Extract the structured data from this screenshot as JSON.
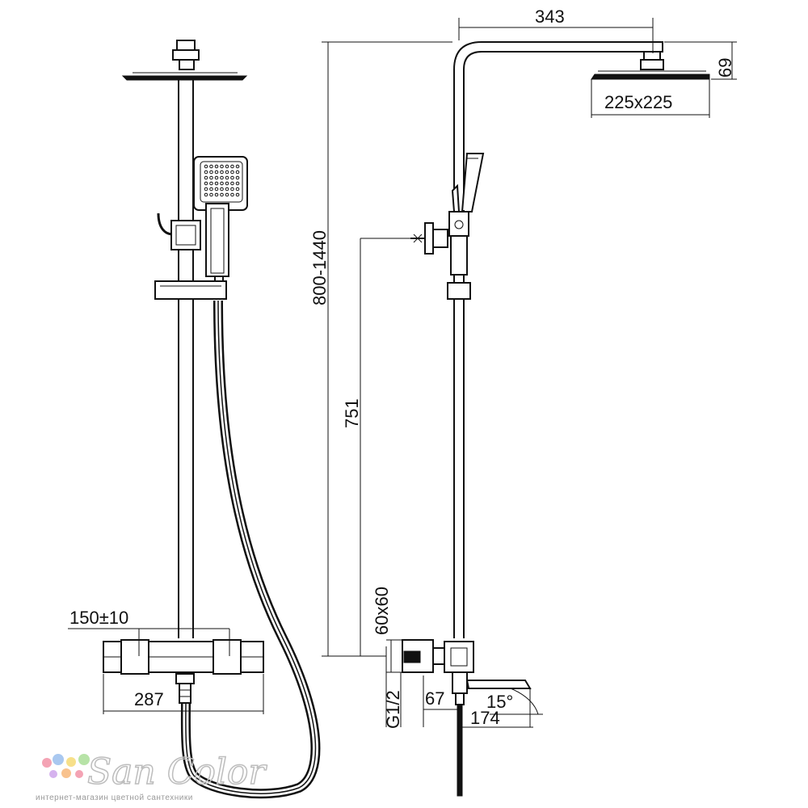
{
  "dimensions": {
    "top_reach": "343",
    "head_height": "69",
    "head_size": "225x225",
    "height_range": "800-1440",
    "inlet_height": "751",
    "bracket": "60x60",
    "thread": "G1/2",
    "spout_offset": "67",
    "spout_length": "174",
    "spout_angle": "15°",
    "center_distance": "150±10",
    "body_width": "287"
  },
  "logo": {
    "brand": "San Color",
    "tagline": "интернет-магазин цветной сантехники",
    "dot_colors": [
      "#f4a3b4",
      "#a9c8f0",
      "#f7e08a",
      "#b7e3a7",
      "#d5b2ee",
      "#f8c28e"
    ]
  }
}
